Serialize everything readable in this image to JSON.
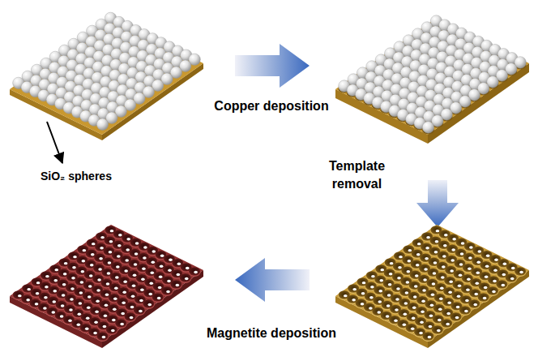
{
  "diagram": {
    "labels": [
      "SiO₂ spheres",
      "Copper deposition",
      "Template removal",
      "Magnetite deposition"
    ]
  }
}
